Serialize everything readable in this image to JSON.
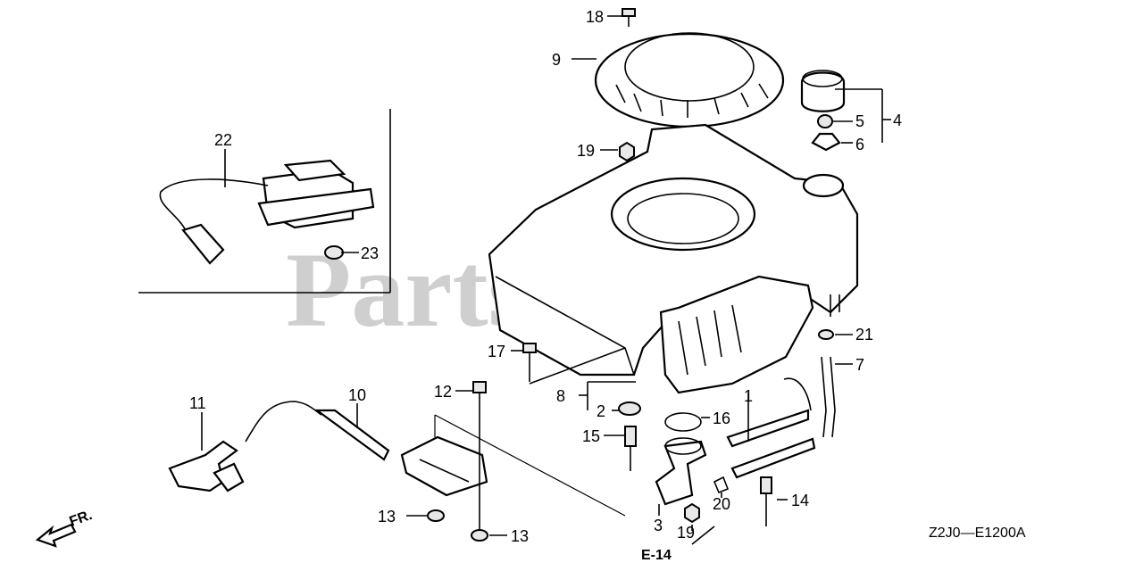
{
  "watermark": "PartsTree",
  "diagram_code": "Z2J0—E1200A",
  "page_ref": "E-14",
  "direction_label": "FR.",
  "callouts": {
    "c1": "1",
    "c2": "2",
    "c3": "3",
    "c4": "4",
    "c5": "5",
    "c6": "6",
    "c7": "7",
    "c8": "8",
    "c9": "9",
    "c10": "10",
    "c11": "11",
    "c12": "12",
    "c13a": "13",
    "c13b": "13",
    "c14": "14",
    "c15": "15",
    "c16": "16",
    "c17": "17",
    "c18": "18",
    "c19a": "19",
    "c19b": "19",
    "c20": "20",
    "c21": "21",
    "c22": "22",
    "c23": "23"
  }
}
